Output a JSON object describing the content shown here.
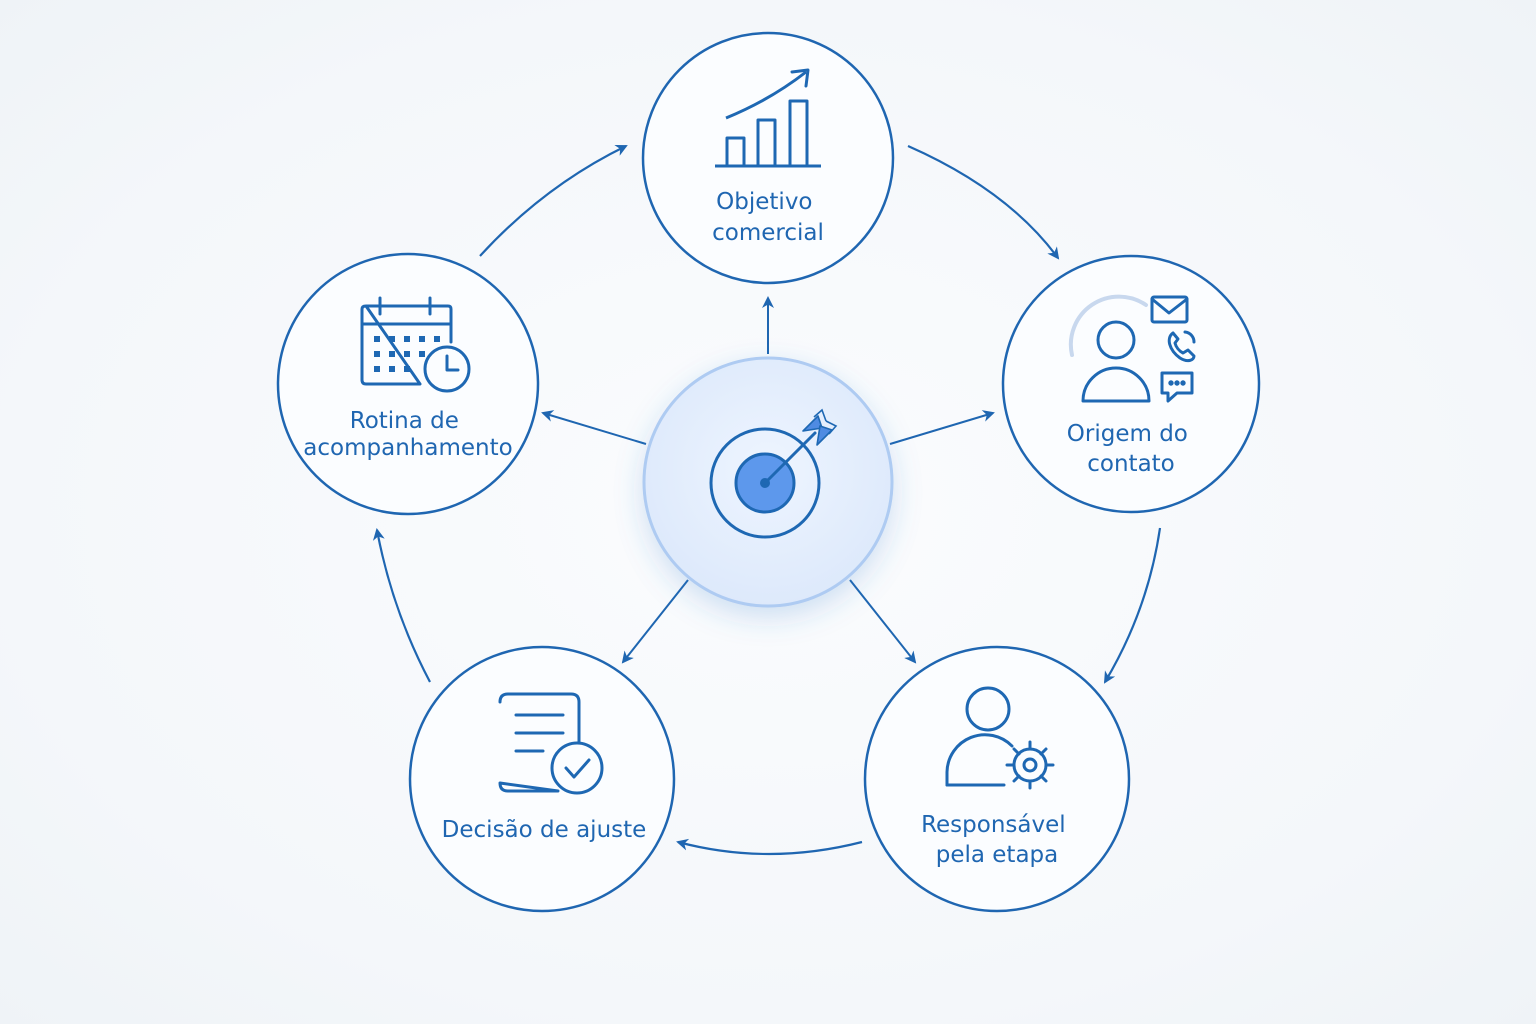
{
  "diagram": {
    "center": {
      "icon": "target-arrow-icon"
    },
    "nodes": [
      {
        "id": "objetivo",
        "lines": [
          "Objetivo",
          "comercial"
        ],
        "icon": "bar-chart-growth-icon"
      },
      {
        "id": "origem",
        "lines": [
          "Origem do",
          "contato"
        ],
        "icon": "contact-channels-icon"
      },
      {
        "id": "responsavel",
        "lines": [
          "Responsável",
          "pela etapa"
        ],
        "icon": "user-gear-icon"
      },
      {
        "id": "decisao",
        "lines": [
          "Decisão de ajuste"
        ],
        "icon": "document-check-icon"
      },
      {
        "id": "rotina",
        "lines": [
          "Rotina de",
          "acompanhamento"
        ],
        "icon": "calendar-clock-icon"
      }
    ]
  },
  "colors": {
    "stroke": "#1f66b1",
    "icon": "#1e68b3",
    "center_fill": "#e3efff",
    "center_ring": "#aecbf2",
    "target_fill": "#5d98ec",
    "arrow_feather": "#4f8be2"
  }
}
